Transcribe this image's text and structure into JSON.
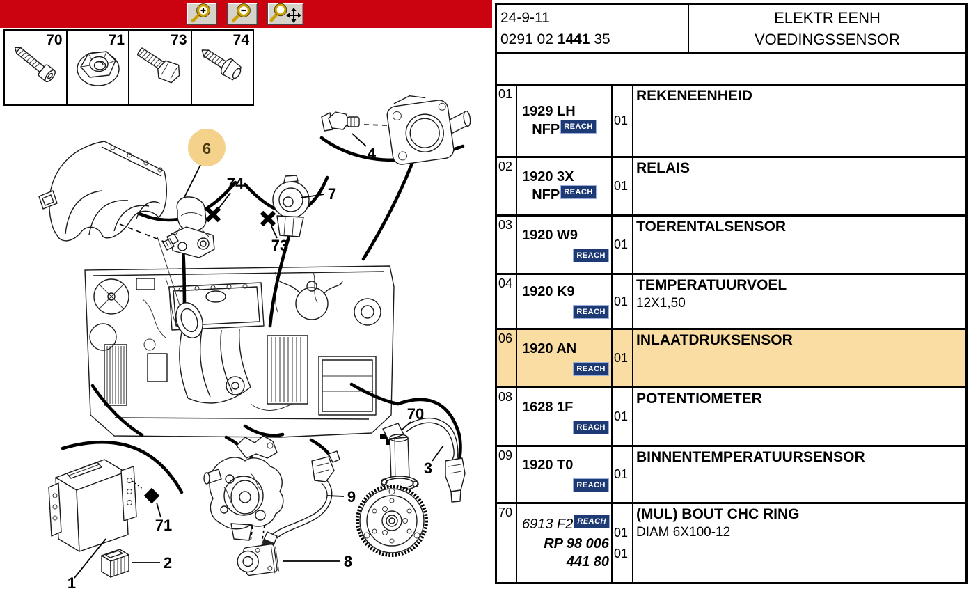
{
  "colors": {
    "toolbar_red": "#cb0310",
    "row_highlight": "#fadda2",
    "circle_highlight": "#f5d28c",
    "badge_bg": "#1e3a74",
    "button_gray": "#d6d3cb"
  },
  "toolbar": {
    "buttons": [
      {
        "name": "zoom-in",
        "icon": "magnifier-plus-icon"
      },
      {
        "name": "zoom-out",
        "icon": "magnifier-minus-icon"
      },
      {
        "name": "zoom-pan",
        "icon": "magnifier-move-icon"
      }
    ]
  },
  "thumbnails": [
    {
      "label": "70",
      "icon": "long-screw"
    },
    {
      "label": "71",
      "icon": "flange-nut"
    },
    {
      "label": "73",
      "icon": "hex-bolt"
    },
    {
      "label": "74",
      "icon": "tapping-screw"
    }
  ],
  "diagram": {
    "highlighted_callout": "6",
    "labels": {
      "l1": "1",
      "l2": "2",
      "l3": "3",
      "l4": "4",
      "l6": "6",
      "l7": "7",
      "l8": "8",
      "l9": "9",
      "l70": "70",
      "l71": "71",
      "l73": "73",
      "l74": "74"
    }
  },
  "header": {
    "date": "24-9-11",
    "doc_pre": "0291 02",
    "doc_bold": "1441",
    "doc_suf": "35",
    "title1": "ELEKTR EENH",
    "title2": "VOEDINGSSENSOR"
  },
  "table": {
    "badge_label": "REACH",
    "rows": [
      {
        "callout": "01",
        "h": 104,
        "highlight": false,
        "part_lines": [
          {
            "text": "1929 LH",
            "style": "bold",
            "align": "left"
          },
          {
            "text": "NFP",
            "style": "bold",
            "align": "center",
            "reach": true
          }
        ],
        "qty": [
          "01"
        ],
        "desc_lines": [
          {
            "text": "REKENEENHEID",
            "bold": true
          }
        ]
      },
      {
        "callout": "02",
        "h": 84,
        "highlight": false,
        "part_lines": [
          {
            "text": "1920 3X",
            "style": "bold",
            "align": "left"
          },
          {
            "text": "NFP",
            "style": "bold",
            "align": "center",
            "reach": true
          }
        ],
        "qty": [
          "01"
        ],
        "desc_lines": [
          {
            "text": "RELAIS",
            "bold": true
          }
        ]
      },
      {
        "callout": "03",
        "h": 84,
        "highlight": false,
        "part_lines": [
          {
            "text": "1920 W9",
            "style": "bold",
            "align": "left"
          },
          {
            "reach": true,
            "align": "right"
          }
        ],
        "qty": [
          "01"
        ],
        "desc_lines": [
          {
            "text": "TOERENTALSENSOR",
            "bold": true
          }
        ]
      },
      {
        "callout": "04",
        "h": 79,
        "highlight": false,
        "part_lines": [
          {
            "text": "1920 K9",
            "style": "bold",
            "align": "left"
          },
          {
            "reach": true,
            "align": "right"
          }
        ],
        "qty": [
          "01"
        ],
        "desc_lines": [
          {
            "text": "TEMPERATUURVOEL",
            "bold": true
          },
          {
            "text": "12X1,50",
            "bold": false
          }
        ]
      },
      {
        "callout": "06",
        "h": 84,
        "highlight": true,
        "part_lines": [
          {
            "text": "1920 AN",
            "style": "bold",
            "align": "left"
          },
          {
            "reach": true,
            "align": "right"
          }
        ],
        "qty": [
          "01"
        ],
        "desc_lines": [
          {
            "text": "INLAATDRUKSENSOR",
            "bold": true
          }
        ]
      },
      {
        "callout": "08",
        "h": 84,
        "highlight": false,
        "part_lines": [
          {
            "text": "1628 1F",
            "style": "bold",
            "align": "left"
          },
          {
            "reach": true,
            "align": "right"
          }
        ],
        "qty": [
          "01"
        ],
        "desc_lines": [
          {
            "text": "POTENTIOMETER",
            "bold": true
          }
        ]
      },
      {
        "callout": "09",
        "h": 82,
        "highlight": false,
        "part_lines": [
          {
            "text": "1920 T0",
            "style": "bold",
            "align": "left"
          },
          {
            "reach": true,
            "align": "right"
          }
        ],
        "qty": [
          "01"
        ],
        "desc_lines": [
          {
            "text": "BINNENTEMPERATUURSENSOR",
            "bold": true
          }
        ]
      },
      {
        "callout": "70",
        "h": 112,
        "highlight": false,
        "part_lines": [
          {
            "text": "6913 F2",
            "style": "italic",
            "align": "left",
            "reach": true
          },
          {
            "text": "RP 98 006",
            "style": "italicbold",
            "align": "right"
          },
          {
            "text": "441 80",
            "style": "italicbold",
            "align": "right"
          }
        ],
        "qty": [
          "01",
          "01"
        ],
        "desc_lines": [
          {
            "text": "(MUL) BOUT CHC RING",
            "bold": true
          },
          {
            "text": "DIAM 6X100-12",
            "bold": false
          }
        ]
      }
    ]
  }
}
